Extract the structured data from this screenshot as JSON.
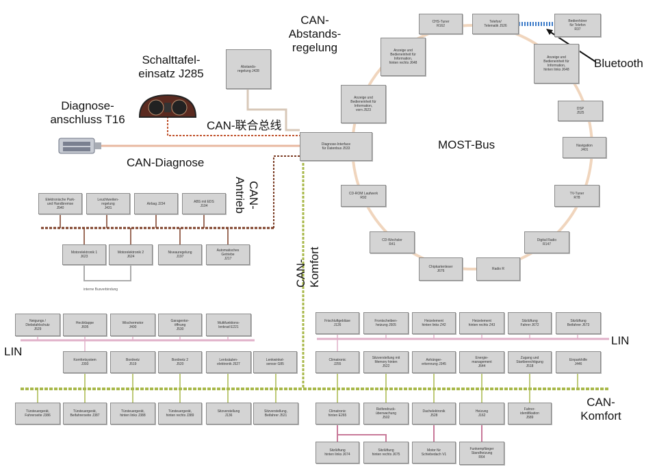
{
  "labels": {
    "can_abstand": "CAN-\nAbstands-\nregelung",
    "schalttafel": "Schalttafel-\neinsatz J285",
    "diagnose_anschluss": "Diagnose-\nanschluss T16",
    "can_lianhe": "CAN-联合总线",
    "can_diagnose": "CAN-Diagnose",
    "can_antrieb": "CAN-\nAntrieb",
    "can_komfort_vertical": "CAN-Komfort",
    "most_bus": "MOST-Bus",
    "bluetooth": "Bluetooth",
    "lin_left": "LIN",
    "lin_right": "LIN",
    "can_komfort_right": "CAN-\nKomfort",
    "interne_busverbindung": "interne Busverbindung"
  },
  "nodes": {
    "abstandsregelung": "Abstands-\nregelung J428",
    "gateway": "Diagnose-Interface\nfür Datenbus J533",
    "antrieb_1": "Elektronische Park-\nund Handbremse\nJ540",
    "antrieb_2": "Leuchtweiten-\nregelung\nJ431",
    "antrieb_3": "Airbag J234",
    "antrieb_4": "ABS mit EDS\nJ104",
    "antrieb_5": "Motorelektronik 1\nJ623",
    "antrieb_6": "Motorelektronik 2\nJ624",
    "antrieb_7": "Niveauregelung\nJ197",
    "antrieb_8": "Automatisches\nGetriebe\nJ217",
    "most_1": "CHS-Tuner\nR162",
    "most_2": "Telefon/\nTelematik J526",
    "most_3": "Bedienhörer\nfür Telefon\nR37",
    "most_4": "Anzeige und\nBedieneinheit für\nInformation,\nhinten rechts J648",
    "most_5": "Anzeige und\nBedieneinheit für\nInformation,\nhinten links J648",
    "most_6": "Anzeige und\nBedieneinheit für\nInformation,\nvorn J523",
    "most_7": "DSP\nJ525",
    "most_8": "Navigation\nJ401",
    "most_9": "CD-ROM Laufwerk\nR92",
    "most_10": "TV-Tuner\nR78",
    "most_11": "CD-Wechsler\nR41",
    "most_12": "Digital Radio\nR147",
    "most_13": "Chipkartenleser\nJ676",
    "most_14": "Radio R",
    "lin_l_1": "Neigungs /\nDiebstahlschutz\nJ529",
    "lin_l_2": "Heckklappe\nJ605",
    "lin_l_3": "Wischermotor\nJ400",
    "lin_l_4": "Garagentor-\nöffnung\nJ530",
    "lin_l_5": "Multifunktions-\nlenkrad E221",
    "kom_l_1": "Komfortsystem\nJ393",
    "kom_l_2": "Bordnetz\nJ519",
    "kom_l_3": "Bordnetz 2\nJ520",
    "kom_l_4": "Lenksäulen-\nelektronik J527",
    "kom_l_5": "Lenkwinkel-\nsensor G85",
    "bot_l_1": "Türsteuergerät,\nFahrerseite J386",
    "bot_l_2": "Türsteuergerät,\nBeifahrerseite J387",
    "bot_l_3": "Türsteuergerät,\nhinten links J388",
    "bot_l_4": "Türsteuergerät,\nhinten rechts J389",
    "bot_l_5": "Sitzverstellung\nJ136",
    "bot_l_6": "Sitzverstellung,\nBeifahrer J521",
    "lin_r_1": "Frischluftgebläse\nJ126",
    "lin_r_2": "Frontscheiben-\nheizung J505",
    "lin_r_3": "Heizelement\nhinten links Z42",
    "lin_r_4": "Heizelement\nhinten rechts Z43",
    "lin_r_5": "Sitzlüftung\nFahrer J672",
    "lin_r_6": "Sitzlüftung\nBeifahrer J673",
    "kom_r_1": "Climatronic\nJ255",
    "kom_r_2": "Sitzverstellung mit\nMemory hinten\nJ522",
    "kom_r_3": "Anhänger-\nerkennung J345",
    "kom_r_4": "Energie-\nmanagement\nJ644",
    "kom_r_5": "Zugang und\nStartberechtigung\nJ518",
    "kom_r_6": "Einparkhilfe\nJ446",
    "bot_r_1": "Climatronic\nhinten E265",
    "bot_r_2": "Reifendruck-\nüberwachung\nJ502",
    "bot_r_3": "Dachelektronik\nJ528",
    "bot_r_4": "Heizung\nJ162",
    "bot_r_5": "Fahrer-\nidentifikation\nJ589",
    "sub_r_1": "Sitzlüftung\nhinten links J674",
    "sub_r_2": "Sitzlüftung\nhinten rechts J675",
    "sub_r_3": "Motor für\nSchiebedach V1",
    "sub_r_4": "Funkempfänger\nStandheizung\nR64"
  }
}
